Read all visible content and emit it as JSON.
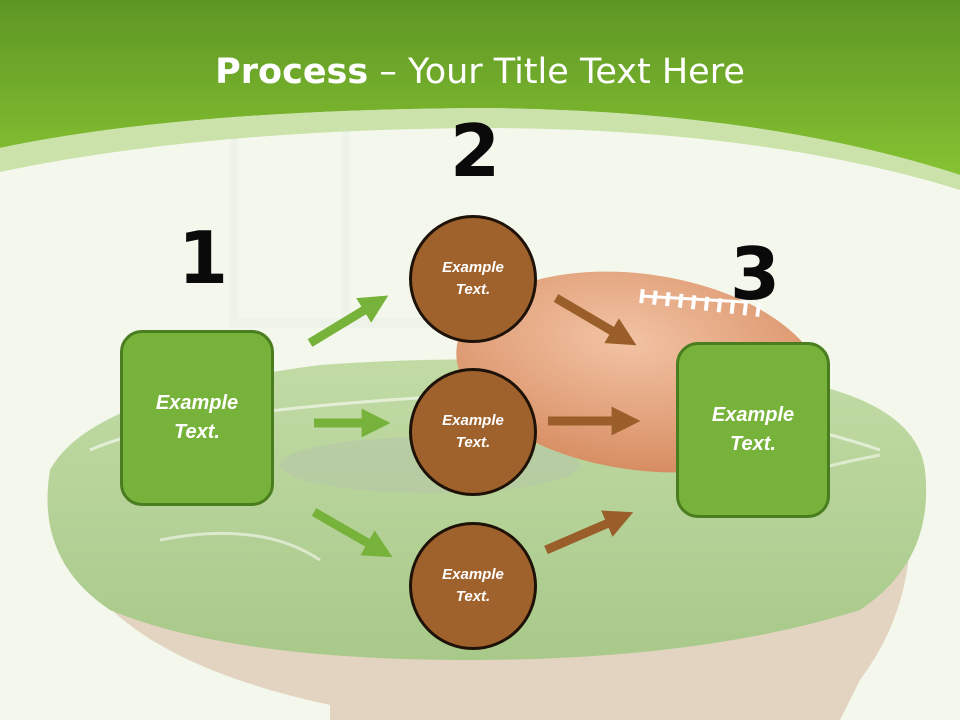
{
  "title": {
    "bold": "Process",
    "rest": " – Your Title Text Here"
  },
  "steps": {
    "one": "1",
    "two": "2",
    "three": "3"
  },
  "left_box": {
    "label": "Example\nText."
  },
  "right_box": {
    "label": "Example\nText."
  },
  "circles": [
    {
      "label": "Example\nText."
    },
    {
      "label": "Example\nText."
    },
    {
      "label": "Example\nText."
    }
  ],
  "colors": {
    "green": "#77b23a",
    "brown": "#a0622d",
    "header": "#6fae2b"
  }
}
